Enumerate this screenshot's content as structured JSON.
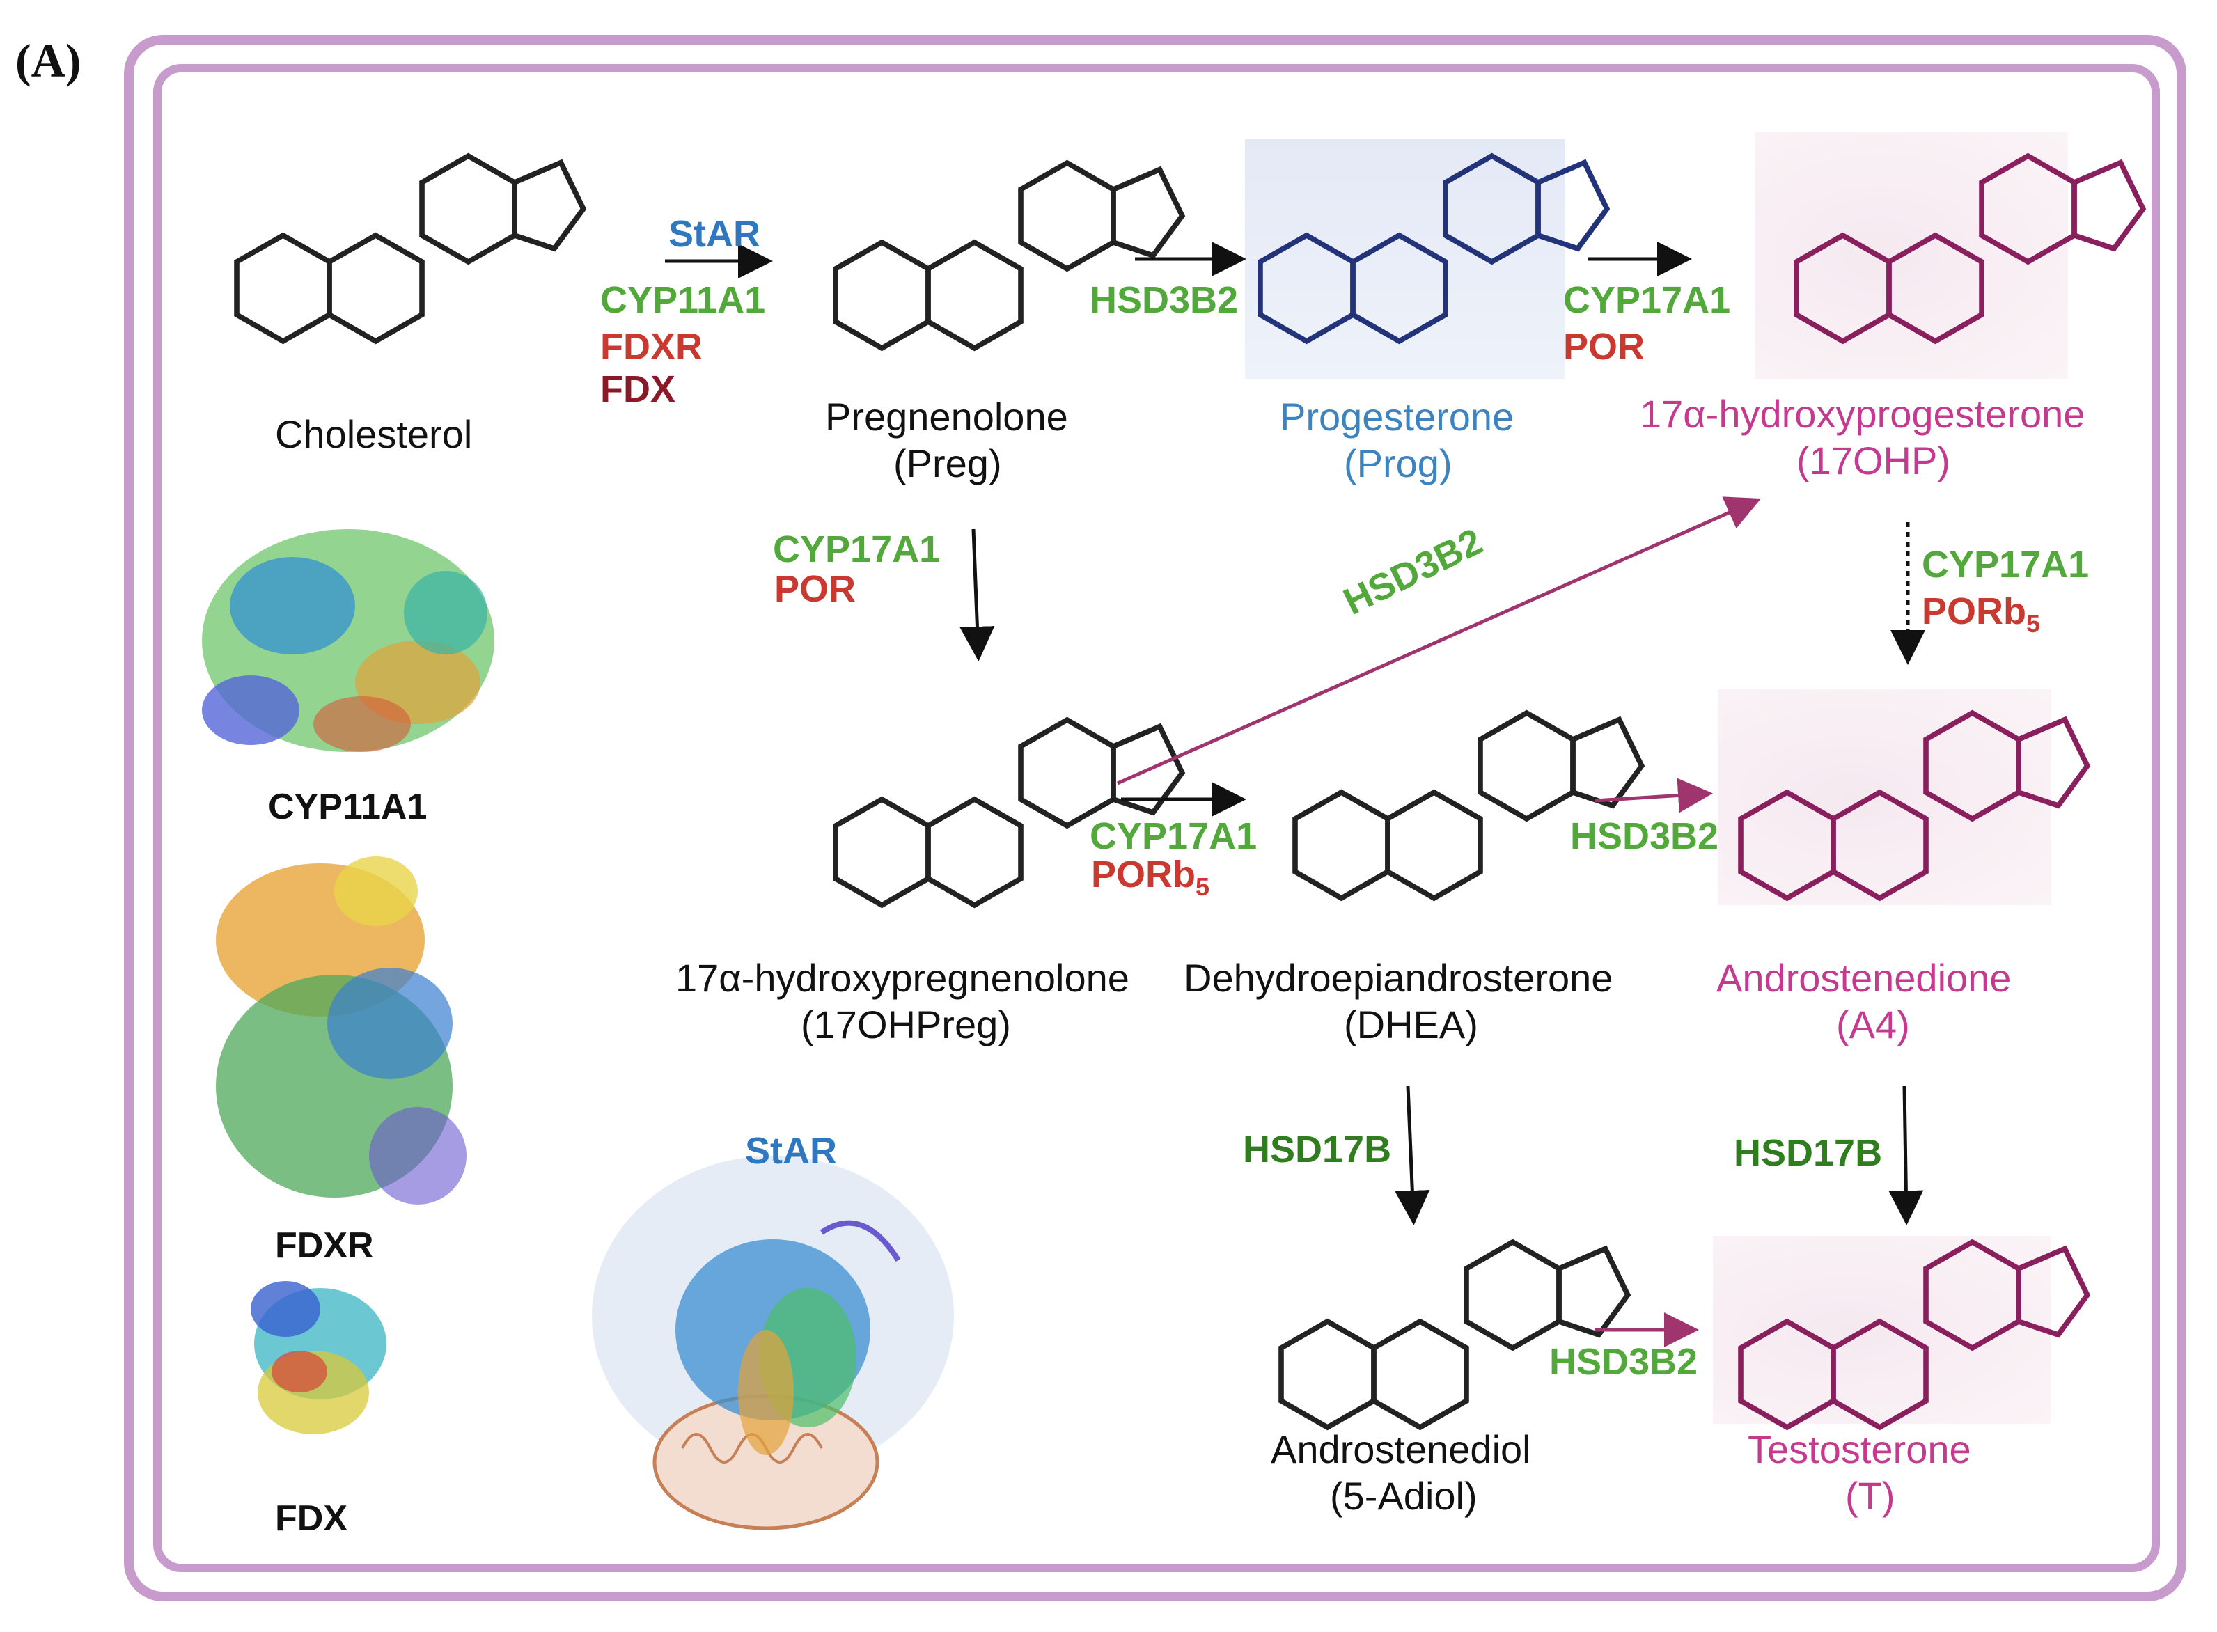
{
  "panel_label": "(A)",
  "compounds": {
    "cholesterol": {
      "name": "Cholesterol"
    },
    "pregnenolone": {
      "name": "Pregnenolone",
      "abbr": "(Preg)"
    },
    "progesterone": {
      "name": "Progesterone",
      "abbr": "(Prog)"
    },
    "hydroxyprogesterone": {
      "name": "17α-hydroxyprogesterone",
      "abbr": "(17OHP)"
    },
    "hydroxypregnenolone": {
      "name": "17α-hydroxypregnenolone",
      "abbr": "(17OHPreg)"
    },
    "dhea": {
      "name": "Dehydroepiandrosterone",
      "abbr": "(DHEA)"
    },
    "androstenedione": {
      "name": "Androstenedione",
      "abbr": "(A4)"
    },
    "androstenediol": {
      "name": "Androstenediol",
      "abbr": "(5-Adiol)"
    },
    "testosterone": {
      "name": "Testosterone",
      "abbr": "(T)"
    }
  },
  "enzymes": {
    "chol_preg": [
      "StAR",
      "CYP11A1",
      "FDXR",
      "FDX"
    ],
    "preg_prog": "HSD3B2",
    "prog_17ohp": [
      "CYP17A1",
      "POR"
    ],
    "preg_17ohpreg": [
      "CYP17A1",
      "POR"
    ],
    "ohpreg_17ohp": "HSD3B2",
    "ohp_a4": [
      "CYP17A1",
      "PORb",
      "5"
    ],
    "ohpreg_dhea": [
      "CYP17A1",
      "PORb",
      "5"
    ],
    "dhea_a4": "HSD3B2",
    "dhea_adiol": "HSD17B",
    "a4_t": "HSD17B",
    "adiol_t": "HSD3B2"
  },
  "proteins": {
    "cyp11a1": "CYP11A1",
    "fdxr": "FDXR",
    "fdx": "FDX",
    "star": "StAR"
  },
  "colors": {
    "frame": "#c79bcc",
    "green_enzyme": "#52a83a",
    "dark_green_enzyme": "#2f7d1e",
    "red_cofactor": "#c9392f",
    "dark_red_cofactor": "#8b1a28",
    "star_blue": "#2f78c0",
    "progesterone_blue": "#3c83c2",
    "androgen_pink": "#c43a8e"
  }
}
